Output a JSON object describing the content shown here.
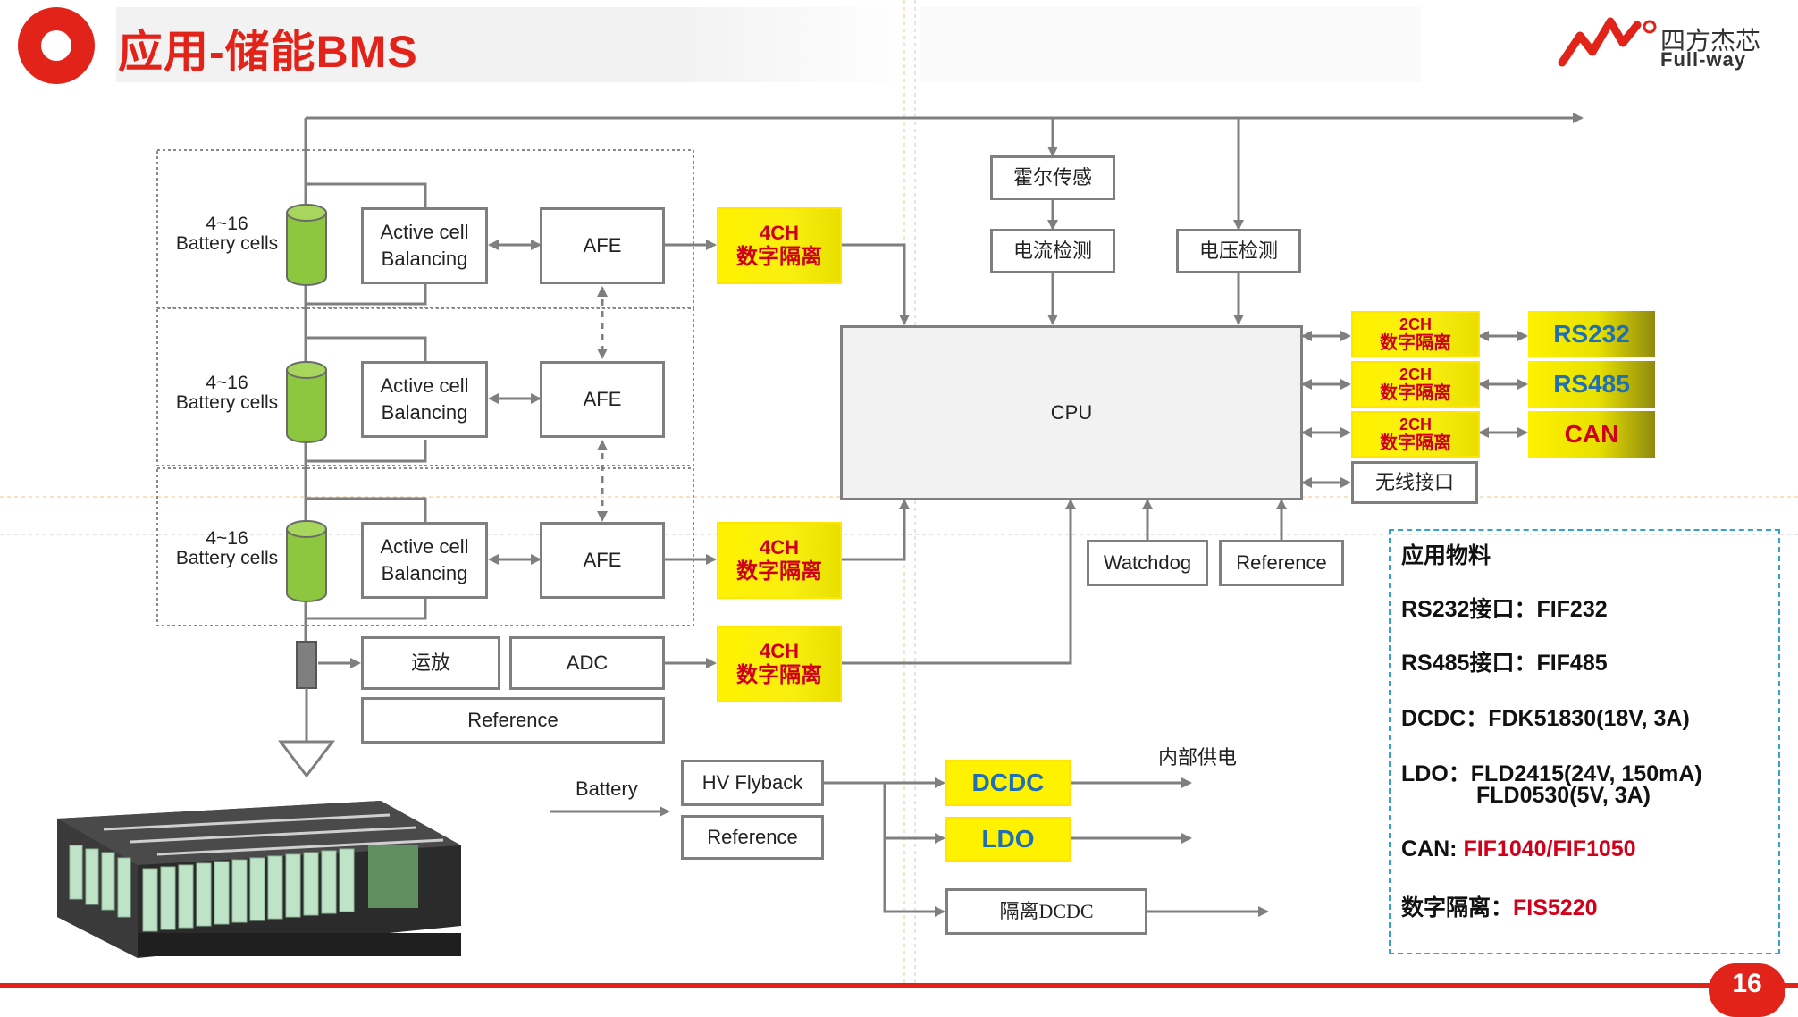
{
  "header": {
    "title": "应用-储能BMS"
  },
  "logo": {
    "cn": "四方杰芯",
    "en": "Full-way"
  },
  "page_number": "16",
  "battery": {
    "cell_label_1": "4~16",
    "cell_label_2": "Battery cells"
  },
  "blocks": {
    "balancing_1": "Active cell",
    "balancing_2": "Balancing",
    "afe": "AFE",
    "opamp": "运放",
    "adc": "ADC",
    "reference": "Reference",
    "hall": "霍尔传感",
    "current": "电流检测",
    "voltage": "电压检测",
    "cpu": "CPU",
    "wireless": "无线接口",
    "watchdog": "Watchdog",
    "battery": "Battery",
    "hv_flyback": "HV Flyback",
    "iso_dcdc": "隔离DCDC",
    "internal_power": "内部供电"
  },
  "isolators": {
    "ch4": "4CH",
    "ch2": "2CH",
    "label": "数字隔离"
  },
  "interfaces": {
    "rs232": "RS232",
    "rs485": "RS485",
    "can": "CAN",
    "dcdc": "DCDC",
    "ldo": "LDO"
  },
  "materials": {
    "title": "应用物料",
    "rs232": "RS232接口：FIF232",
    "rs485": "RS485接口：FIF485",
    "dcdc": "DCDC：FDK51830(18V, 3A)",
    "ldo_1": "LDO：FLD2415(24V, 150mA)",
    "ldo_2": "FLD0530(5V, 3A)",
    "can_label": "CAN: ",
    "can_value": "FIF1040/FIF1050",
    "iso_label": "数字隔离：",
    "iso_value": "FIS5220"
  },
  "colors": {
    "brand_red": "#e2231a",
    "isolator_yellow": "#fff200",
    "interface_blue": "#1f6fb5",
    "panel_border": "#33a3c9"
  }
}
